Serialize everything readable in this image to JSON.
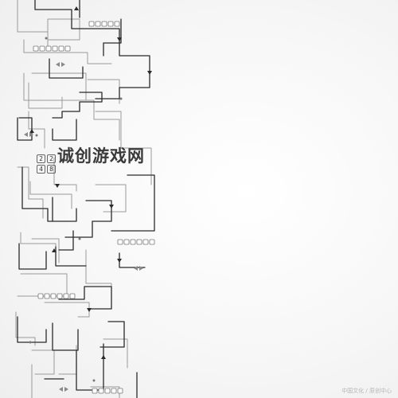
{
  "page": {
    "title": "诚创游戏网",
    "watermark": "中国文化 / 原创中心"
  },
  "game_2048_icon": {
    "tiles": [
      "2",
      "2",
      "4",
      "8"
    ]
  },
  "colors": {
    "background": "#f3f3f3",
    "line_dark": "#2a2a2a",
    "line_light": "#9a9a9a",
    "title_text": "#3a3a3a"
  },
  "decorations": {
    "dot_rows": 5,
    "arrow_icons": 4
  }
}
